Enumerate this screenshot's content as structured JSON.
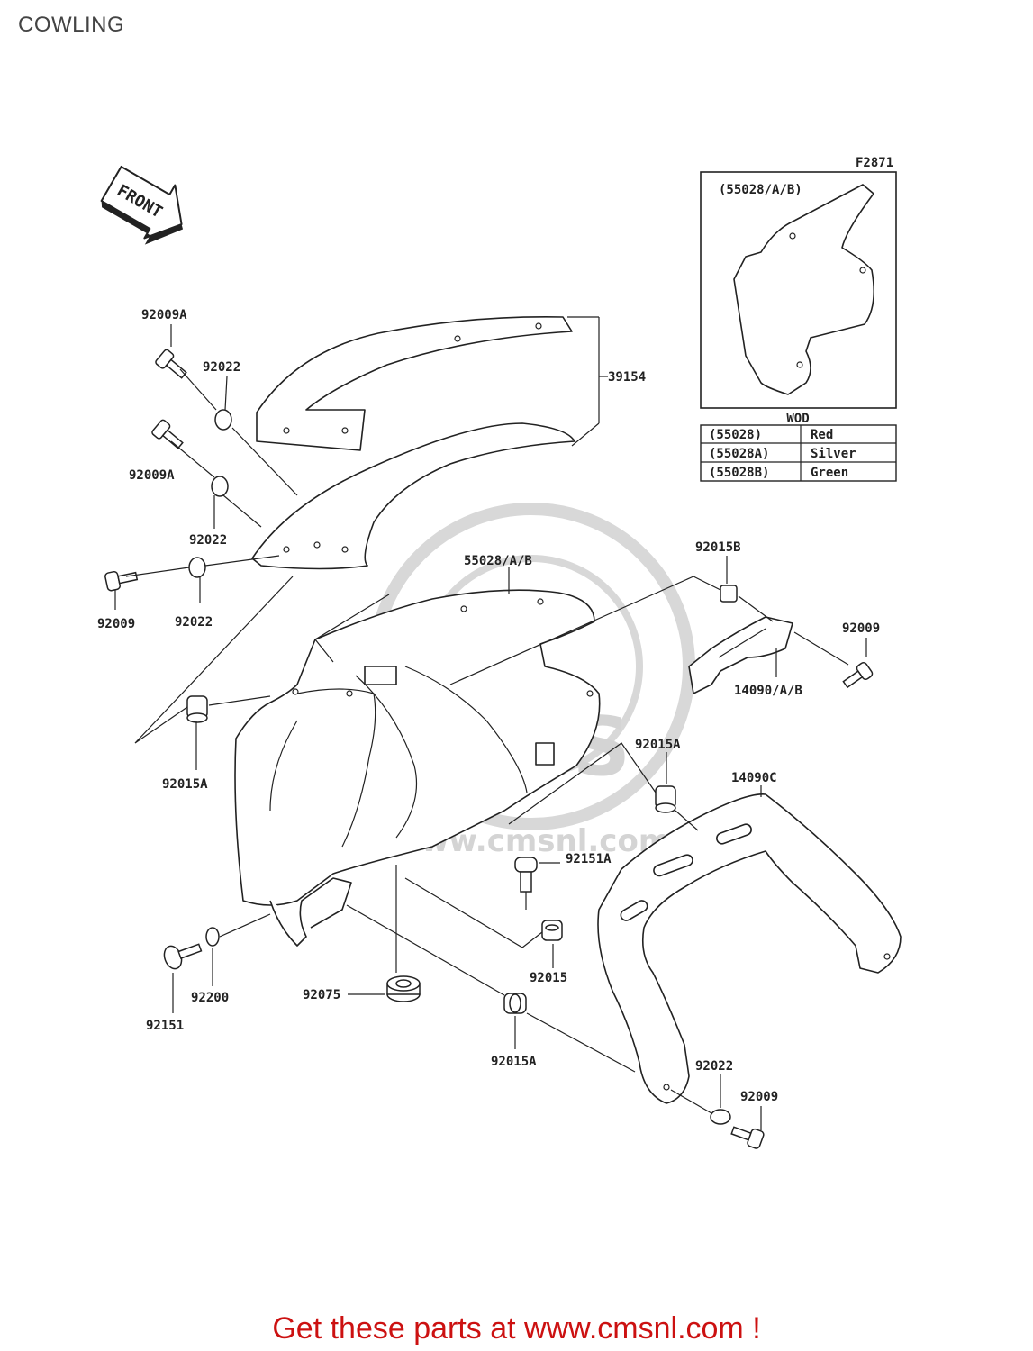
{
  "page": {
    "title": "COWLING"
  },
  "diagram": {
    "figure_code": "F2871",
    "front_label": "FRONT",
    "watermark": {
      "brand": "CMS",
      "url": "www.cmsnl.com"
    },
    "inset_label": "(55028/A/B)",
    "wod_table": {
      "header": "WOD",
      "rows": [
        {
          "part": "(55028)",
          "color": "Red"
        },
        {
          "part": "(55028A)",
          "color": "Silver"
        },
        {
          "part": "(55028B)",
          "color": "Green"
        }
      ]
    },
    "callouts": [
      {
        "id": "c1",
        "label": "92009A"
      },
      {
        "id": "c2",
        "label": "92022"
      },
      {
        "id": "c3",
        "label": "39154"
      },
      {
        "id": "c4",
        "label": "92009A"
      },
      {
        "id": "c5",
        "label": "92022"
      },
      {
        "id": "c6",
        "label": "92009"
      },
      {
        "id": "c7",
        "label": "92022"
      },
      {
        "id": "c8",
        "label": "55028/A/B"
      },
      {
        "id": "c9",
        "label": "92015B"
      },
      {
        "id": "c10",
        "label": "92009"
      },
      {
        "id": "c11",
        "label": "14090/A/B"
      },
      {
        "id": "c12",
        "label": "92015A"
      },
      {
        "id": "c13",
        "label": "92015A"
      },
      {
        "id": "c14",
        "label": "14090C"
      },
      {
        "id": "c15",
        "label": "92151A"
      },
      {
        "id": "c16",
        "label": "92015"
      },
      {
        "id": "c17",
        "label": "92075"
      },
      {
        "id": "c18",
        "label": "92200"
      },
      {
        "id": "c19",
        "label": "92151"
      },
      {
        "id": "c20",
        "label": "92015A"
      },
      {
        "id": "c21",
        "label": "92022"
      },
      {
        "id": "c22",
        "label": "92009"
      }
    ]
  },
  "promo": {
    "text": "Get these parts at www.cmsnl.com !",
    "color": "#cc1111"
  }
}
